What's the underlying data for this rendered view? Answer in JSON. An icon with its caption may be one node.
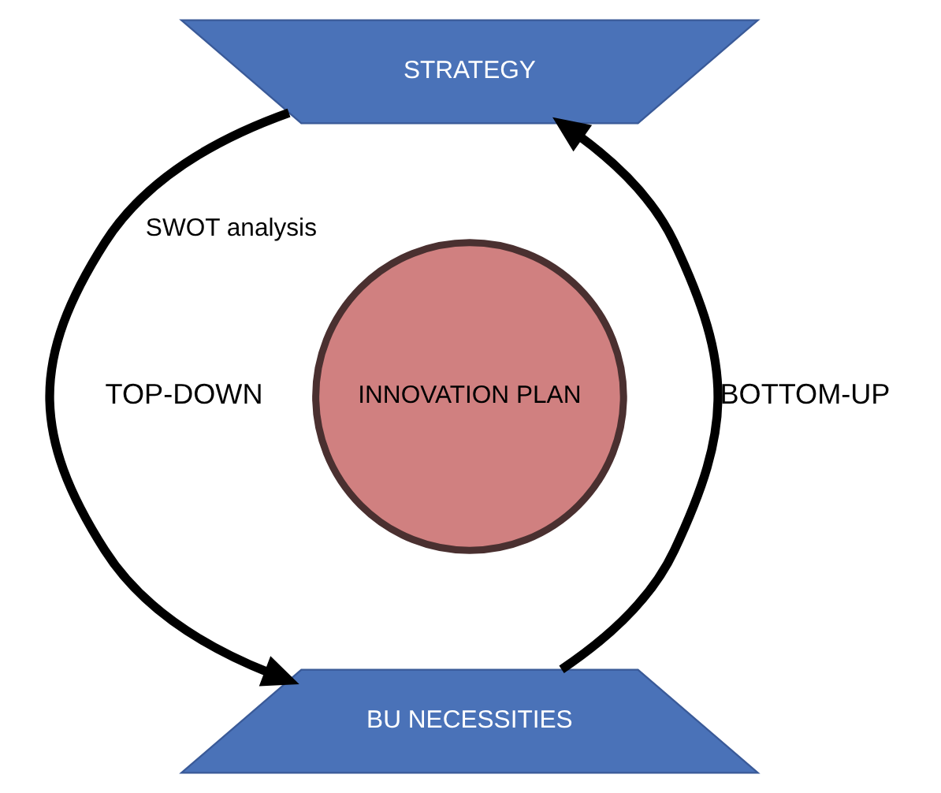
{
  "diagram": {
    "nodes": [
      {
        "text": [
          "STRATEGY"
        ]
      },
      {
        "text": [
          "INNOVATION PLAN"
        ],
        "beside": [
          "SWOT analysis"
        ]
      },
      {
        "text": [
          "BU NECESSITIES"
        ]
      }
    ],
    "edges": [
      {
        "from": 0,
        "to": 2,
        "arrow": "to",
        "label": "TOP-DOWN"
      },
      {
        "from": 2,
        "to": 0,
        "arrow": "to",
        "label": "BOTTOM-UP"
      }
    ]
  }
}
